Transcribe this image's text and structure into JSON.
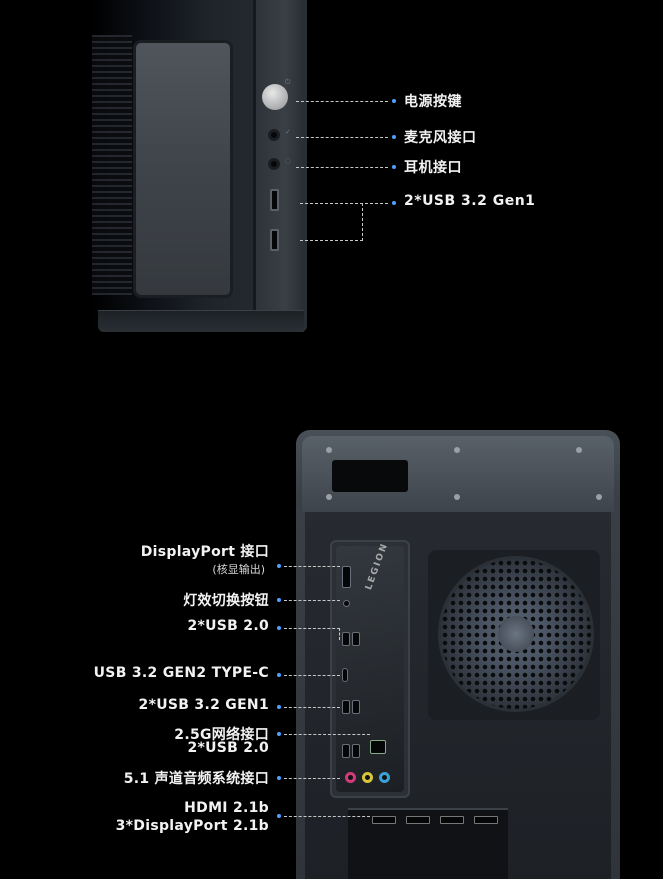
{
  "front_panel": {
    "callouts": [
      {
        "label": "电源按键"
      },
      {
        "label": "麦克风接口"
      },
      {
        "label": "耳机接口"
      },
      {
        "label": "2*USB 3.2 Gen1"
      }
    ]
  },
  "rear_panel": {
    "brand_mark": "LEGION",
    "callouts": [
      {
        "label": "DisplayPort 接口",
        "sublabel": "(核显输出)"
      },
      {
        "label": "灯效切换按钮"
      },
      {
        "label": "2*USB 2.0"
      },
      {
        "label": "USB 3.2 GEN2 TYPE-C"
      },
      {
        "label": "2*USB 3.2 GEN1"
      },
      {
        "label": "2.5G网络接口",
        "line2": "2*USB 2.0"
      },
      {
        "label": "5.1 声道音频系统接口"
      },
      {
        "label": "HDMI 2.1b",
        "line2": "3*DisplayPort 2.1b"
      }
    ]
  },
  "colors": {
    "background": "#000000",
    "callout_dot": "#4da0ff",
    "callout_line": "#c8c8c8",
    "label_text": "#f2f2f2"
  }
}
